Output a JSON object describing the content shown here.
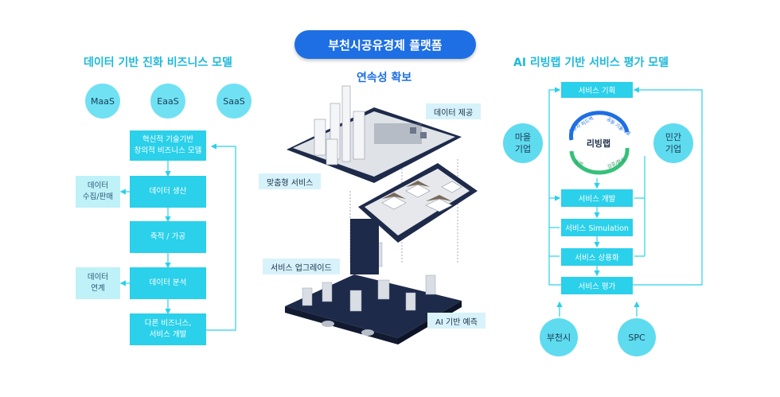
{
  "title": "부천시공유경제 플랫폼",
  "center": {
    "subtitle": "연속성 확보",
    "labels": {
      "data_supply": "데이터 제공",
      "custom_service": "맞춤형 서비스",
      "service_upgrade": "서비스 업그레이드",
      "ai_prediction": "AI 기반 예측"
    }
  },
  "left": {
    "heading": "데이터 기반 진화 비즈니스  모델",
    "circles": [
      "MaaS",
      "EaaS",
      "SaaS"
    ],
    "flow": [
      "혁신적 기술기반\n창의적 비즈니스 모델",
      "데이터 생산",
      "축적 / 가공",
      "데이터 분석",
      "다른 비즈니스,\n서비스 개발"
    ],
    "side": [
      "데이터\n수집/판매",
      "데이터\n연계"
    ]
  },
  "right": {
    "heading": "AI 리빙랩 기반 서비스 평가 모델",
    "flow": [
      "서비스 기획",
      "서비스 개발",
      "서비스 Simulation",
      "서비스 상용화",
      "서비스 평가"
    ],
    "side_circles": [
      "마을\n기업",
      "민간\n기업"
    ],
    "bottom_circles": [
      "부천시",
      "SPC"
    ],
    "cycle": {
      "center": "리빙랩",
      "steps": [
        "사용자 피드백",
        "공동 기술개발",
        "검증/활용",
        "실험"
      ]
    }
  },
  "colors": {
    "accent_blue": "#1d6fe3",
    "cyan": "#2bd0ea",
    "light_cyan": "#bff1f8",
    "heading_cyan": "#1fb9da",
    "platform_navy": "#1e2a4a"
  }
}
